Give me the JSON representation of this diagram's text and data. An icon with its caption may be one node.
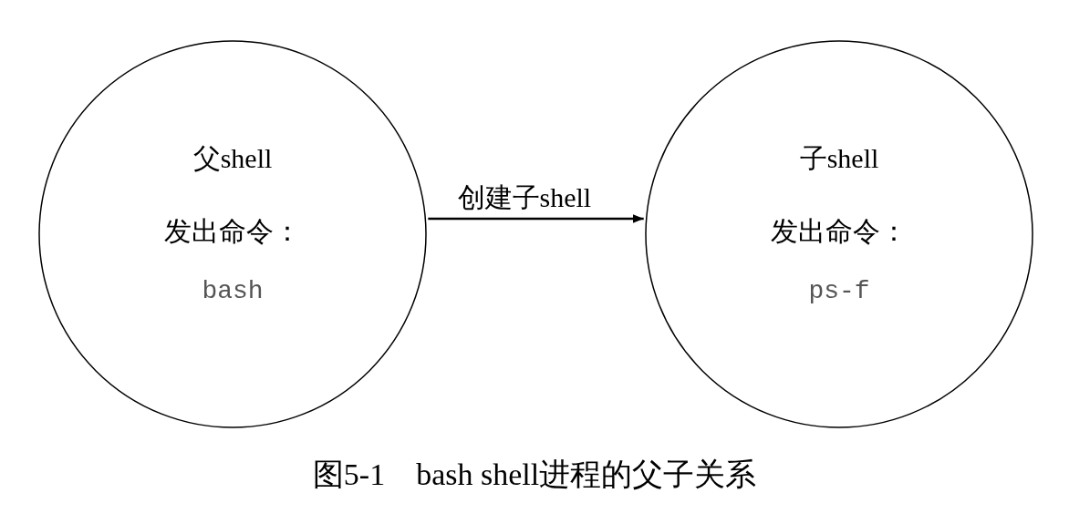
{
  "diagram": {
    "caption": "图5-1　bash shell进程的父子关系",
    "nodes": [
      {
        "text": [
          "父shell",
          "发出命令：",
          "bash"
        ]
      },
      {
        "text": [
          "子shell",
          "发出命令：",
          "ps-f"
        ]
      }
    ],
    "edges": [
      {
        "from": 0,
        "to": 1,
        "arrow": "to",
        "label": "创建子shell"
      }
    ]
  }
}
